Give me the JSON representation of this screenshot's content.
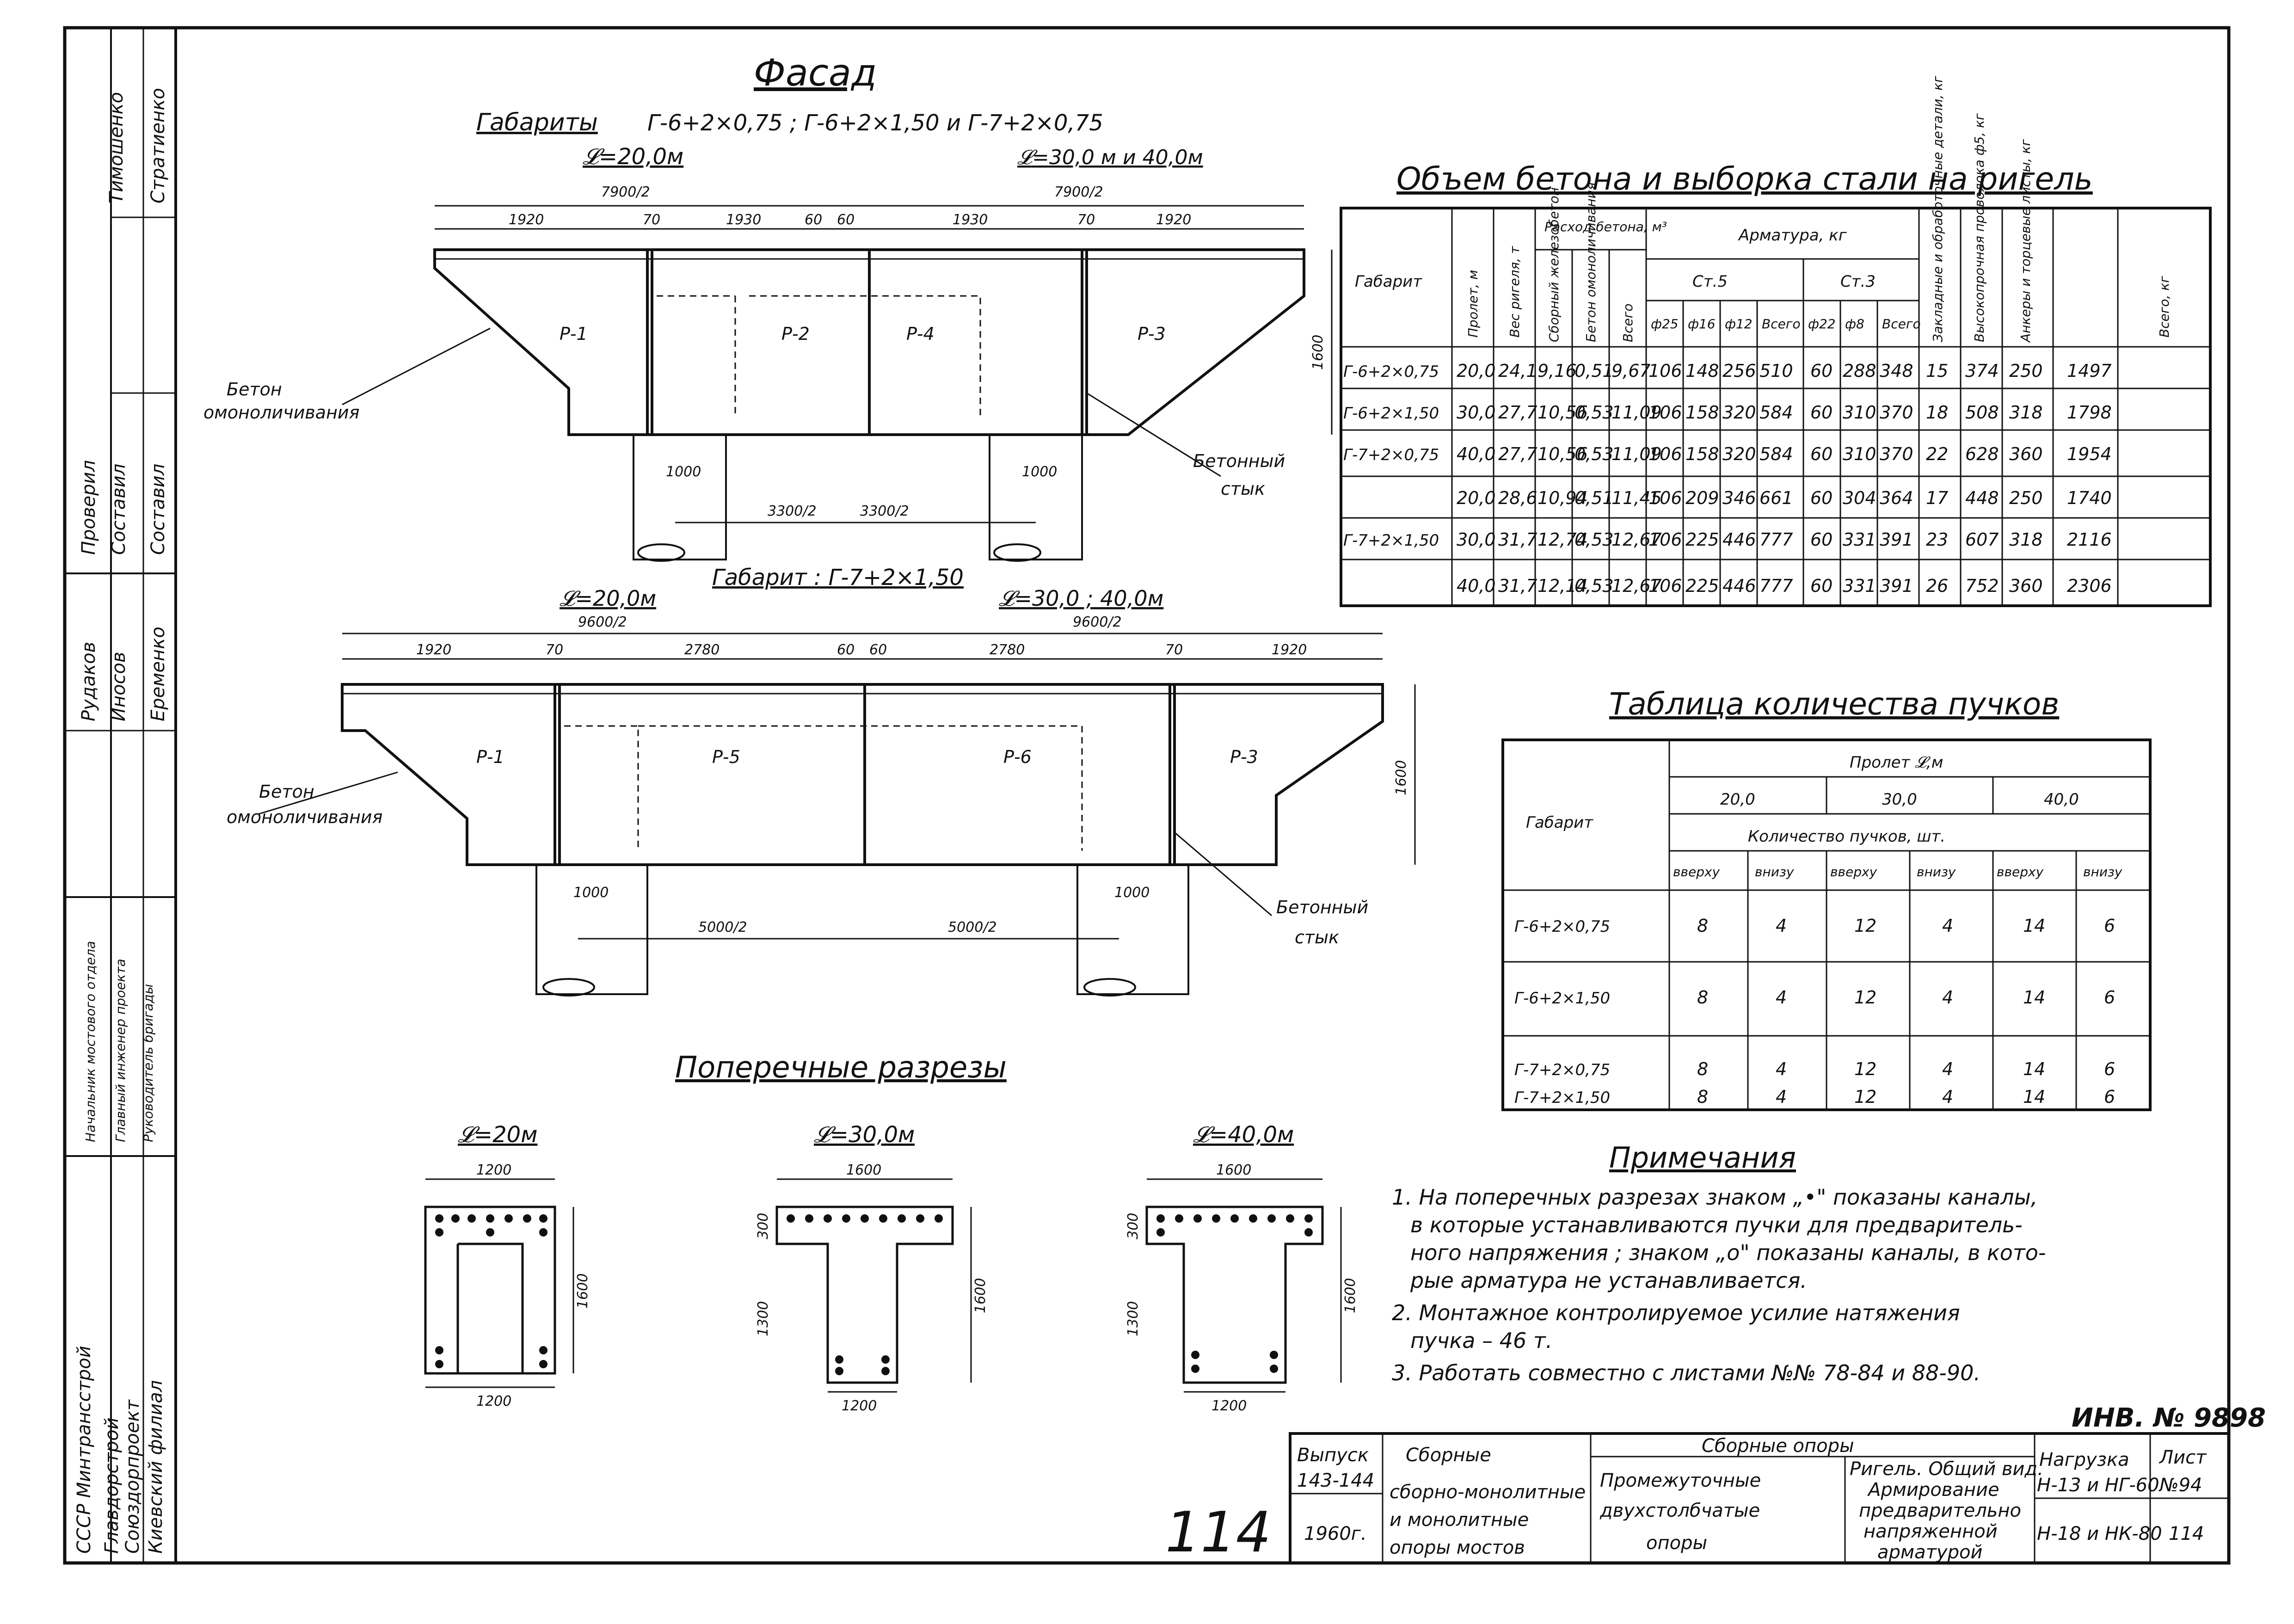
{
  "facade": {
    "title": "Фасад",
    "gabarity_label": "Габариты",
    "gabarity_1": "Г-6+2×0,75 ; Г-6+2×1,50 и Г-7+2×0,75",
    "span_L20": "𝓛=20,0м",
    "span_L30_40": "𝓛=30,0 м и 40,0м",
    "dim_top_left": "7900/2",
    "dim_top_right": "7900/2",
    "dims_row": [
      "1920",
      "70",
      "1930",
      "60",
      "60",
      "1930",
      "70",
      "1920"
    ],
    "height_dim": "1600",
    "panels": [
      "Р-1",
      "Р-2",
      "Р-4",
      "Р-3"
    ],
    "column_dim_left": "1000",
    "column_dim_right": "1000",
    "base_dim_left": "3300/2",
    "base_dim_right": "3300/2",
    "label_beton_monolit": [
      "Бетон",
      "омоноличивания"
    ],
    "label_stык": [
      "Бетонный",
      "стык"
    ],
    "gabarit_2_label": "Габарит : Г-7+2×1,50",
    "span2_L20": "𝓛=20,0м",
    "span2_L30_40": "𝓛=30,0 ; 40,0м",
    "dim2_top_left": "9600/2",
    "dim2_top_right": "9600/2",
    "dims2_row": [
      "1920",
      "70",
      "2780",
      "60",
      "60",
      "2780",
      "70",
      "1920"
    ],
    "panels2": [
      "Р-1",
      "Р-5",
      "Р-6",
      "Р-3"
    ],
    "column2_dim_left": "1000",
    "column2_dim_right": "1000",
    "base2_dim_left": "5000/2",
    "base2_dim_right": "5000/2"
  },
  "sections": {
    "title": "Поперечные разрезы",
    "items": [
      {
        "label": "𝓛=20м",
        "width_top": "1200",
        "width_bottom": "1200",
        "height": "1600",
        "h_lower": ""
      },
      {
        "label": "𝓛=30,0м",
        "width_top": "1600",
        "width_bottom": "1200",
        "height": "1600",
        "h_lower": "1300",
        "h_upper": "300"
      },
      {
        "label": "𝓛=40,0м",
        "width_top": "1600",
        "width_bottom": "1200",
        "height": "1600",
        "h_lower": "1300",
        "h_upper": "300"
      }
    ]
  },
  "volume_table": {
    "title": "Объем бетона и выборка стали на ригель",
    "col_gabarit": "Габарит",
    "col_prolet": "Пролет, м",
    "col_ves": "Вес ригеля, т",
    "col_rashod": "Расход бетона, м³",
    "col_sborn": "Сборный железобетон",
    "col_beton_om": "Бетон омоноличивания",
    "col_vsego": "Всего",
    "col_armatura": "Арматура, кг",
    "col_st5": "Ст.5",
    "col_st3": "Ст.3",
    "sub_cols": [
      "ф25",
      "ф16",
      "ф12",
      "Всего",
      "ф22",
      "ф8",
      "Всего"
    ],
    "col_extra_1": "Закладные и обработочные детали, кг",
    "col_extra_2": "Высокопрочная проволока ф5, кг",
    "col_extra_3": "Анкеры и торцевые листы, кг",
    "col_total": "Всего, кг",
    "rows": [
      [
        "Г-6+2×0,75",
        "20,0",
        "24,1",
        "9,16",
        "0,51",
        "9,67",
        "106",
        "148",
        "256",
        "510",
        "60",
        "288",
        "348",
        "15",
        "374",
        "250",
        "1497"
      ],
      [
        "Г-6+2×1,50",
        "30,0",
        "27,7",
        "10,56",
        "0,53",
        "11,09",
        "106",
        "158",
        "320",
        "584",
        "60",
        "310",
        "370",
        "18",
        "508",
        "318",
        "1798"
      ],
      [
        "Г-7+2×0,75",
        "40,0",
        "27,7",
        "10,56",
        "0,53",
        "11,09",
        "106",
        "158",
        "320",
        "584",
        "60",
        "310",
        "370",
        "22",
        "628",
        "360",
        "1954"
      ],
      [
        "",
        "20,0",
        "28,6",
        "10,94",
        "0,51",
        "11,45",
        "106",
        "209",
        "346",
        "661",
        "60",
        "304",
        "364",
        "17",
        "448",
        "250",
        "1740"
      ],
      [
        "Г-7+2×1,50",
        "30,0",
        "31,7",
        "12,74",
        "0,53",
        "12,67",
        "106",
        "225",
        "446",
        "777",
        "60",
        "331",
        "391",
        "23",
        "607",
        "318",
        "2116"
      ],
      [
        "",
        "40,0",
        "31,7",
        "12,14",
        "0,53",
        "12,67",
        "106",
        "225",
        "446",
        "777",
        "60",
        "331",
        "391",
        "26",
        "752",
        "360",
        "2306"
      ]
    ]
  },
  "bundle_table": {
    "title": "Таблица количества пучков",
    "col_gabarit": "Габарит",
    "col_prolet": "Пролет 𝓛,м",
    "spans": [
      "20,0",
      "30,0",
      "40,0"
    ],
    "count_header": "Количество пучков, шт.",
    "sub": [
      "вверху",
      "внизу",
      "вверху",
      "внизу",
      "вверху",
      "внизу"
    ],
    "rows": [
      [
        "Г-6+2×0,75",
        "8",
        "4",
        "12",
        "4",
        "14",
        "6"
      ],
      [
        "Г-6+2×1,50",
        "8",
        "4",
        "12",
        "4",
        "14",
        "6"
      ],
      [
        "Г-7+2×0,75",
        "8",
        "4",
        "12",
        "4",
        "14",
        "6"
      ],
      [
        "Г-7+2×1,50",
        "8",
        "4",
        "12",
        "4",
        "14",
        "6"
      ]
    ]
  },
  "notes": {
    "title": "Примечания",
    "items": [
      "1. На поперечных разрезах знаком „•\" показаны каналы,",
      "в которые устанавливаются пучки для предваритель-",
      "ного напряжения ; знаком „о\" показаны каналы, в кото-",
      "рые арматура не устанавливается.",
      "2. Монтажное контролируемое усилие натяжения",
      "пучка – 46 т.",
      "3. Работать совместно с листами №№ 78-84 и 88-90."
    ]
  },
  "inv": "ИНВ. № 9898",
  "stamp": {
    "vypusk_label": "Выпуск",
    "vypusk": "143-144",
    "year": "1960г.",
    "sbornye": "Сборные",
    "col2": [
      "сборно-монолитные",
      "и монолитные",
      "опоры мостов"
    ],
    "sbornye_opory": "Сборные опоры",
    "col3": [
      "Промежуточные",
      "двухстолбчатые",
      "опоры"
    ],
    "col4": [
      "Ригель. Общий вид.",
      "Армирование",
      "предварительно",
      "напряженной",
      "арматурой"
    ],
    "nagruzka_label": "Нагрузка",
    "nagruzka_1": "Н-13 и НГ-60",
    "nagruzka_2": "Н-18 и НК-80",
    "list_label": "Лист",
    "list_no": "№94",
    "list_extra": "114",
    "page_handwritten": "114"
  },
  "side_block": {
    "org": [
      "СССР Минтрансстрой",
      "Главдорстрой",
      "Союздорпроект",
      "Киевский филиал"
    ],
    "roles": [
      "Начальник мостового отдела",
      "Главный инженер проекта",
      "Руководитель бригады",
      "Рудаков",
      "Иносов",
      "Проверил",
      "Составил"
    ],
    "names": [
      "Тимошенко",
      "Стратиенко",
      "Еременко",
      "Составил"
    ]
  }
}
